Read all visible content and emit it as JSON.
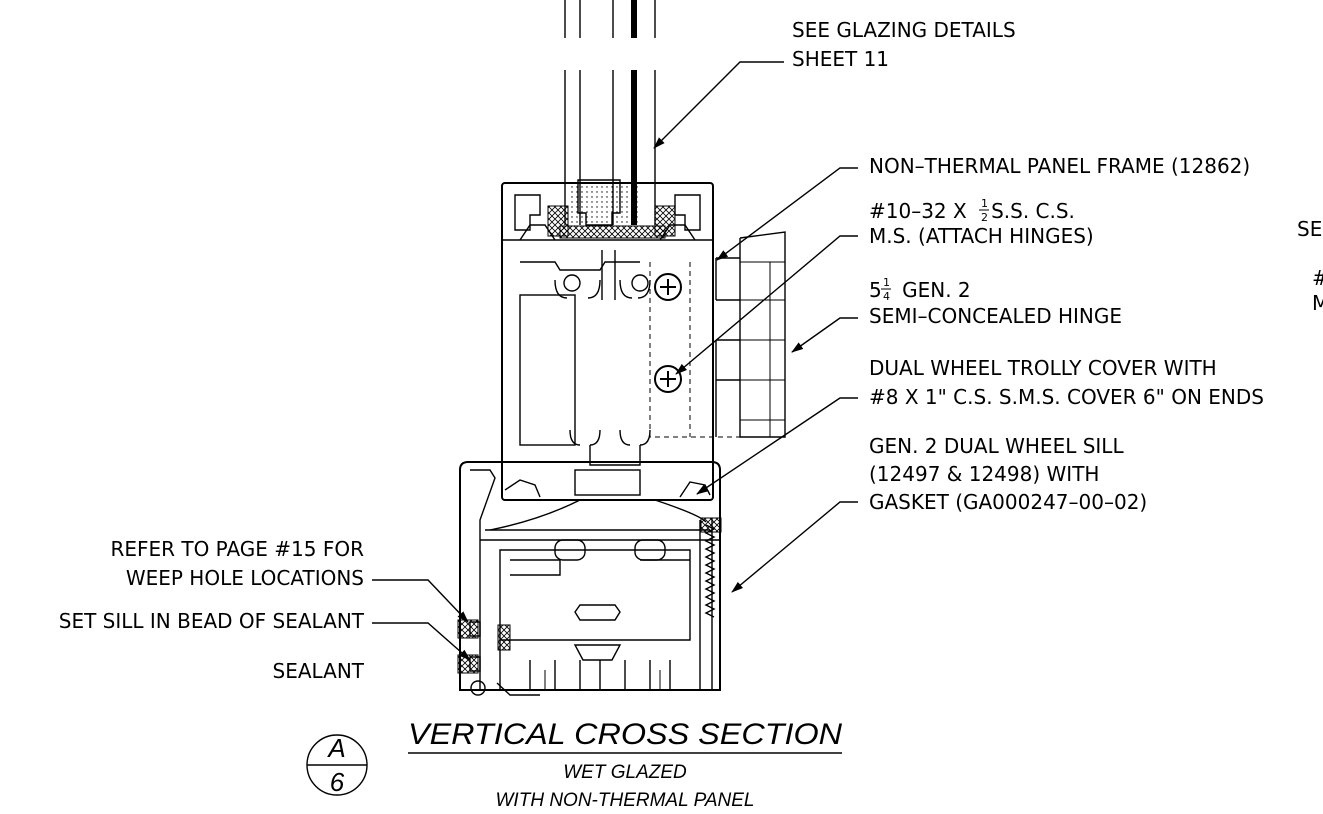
{
  "notes": {
    "glazing_1": "SEE GLAZING DETAILS",
    "glazing_2": "SHEET 11",
    "panel_frame": "NON–THERMAL PANEL FRAME (12862)",
    "screw_1a": "#10–32 X ",
    "screw_1b": " S.S. C.S.",
    "screw_2": "M.S. (ATTACH HINGES)",
    "hinge_1a": "5",
    "hinge_1b": " GEN. 2",
    "hinge_2": "SEMI–CONCEALED HINGE",
    "trolly_1": "DUAL WHEEL TROLLY COVER WITH",
    "trolly_2": "#8 X 1\" C.S. S.M.S. COVER 6\" ON ENDS",
    "sill_1": "GEN. 2 DUAL WHEEL SILL",
    "sill_2": "(12497 & 12498) WITH",
    "sill_3": "GASKET (GA000247–00–02)",
    "weep_1": "REFER TO PAGE #15 FOR",
    "weep_2": "WEEP HOLE LOCATIONS",
    "bead": "SET SILL IN BEAD OF SEALANT",
    "sealant": "SEALANT",
    "frac_half_num": "1",
    "frac_half_den": "2",
    "frac_quarter_num": "1",
    "frac_quarter_den": "4",
    "cut_off_1": "SE",
    "cut_off_2": "#",
    "cut_off_3": "M"
  },
  "title": {
    "main": "VERTICAL CROSS SECTION",
    "sub_1": "WET GLAZED",
    "sub_2": "WITH NON-THERMAL PANEL"
  },
  "section_bubble": {
    "detail": "A",
    "sheet": "6"
  }
}
